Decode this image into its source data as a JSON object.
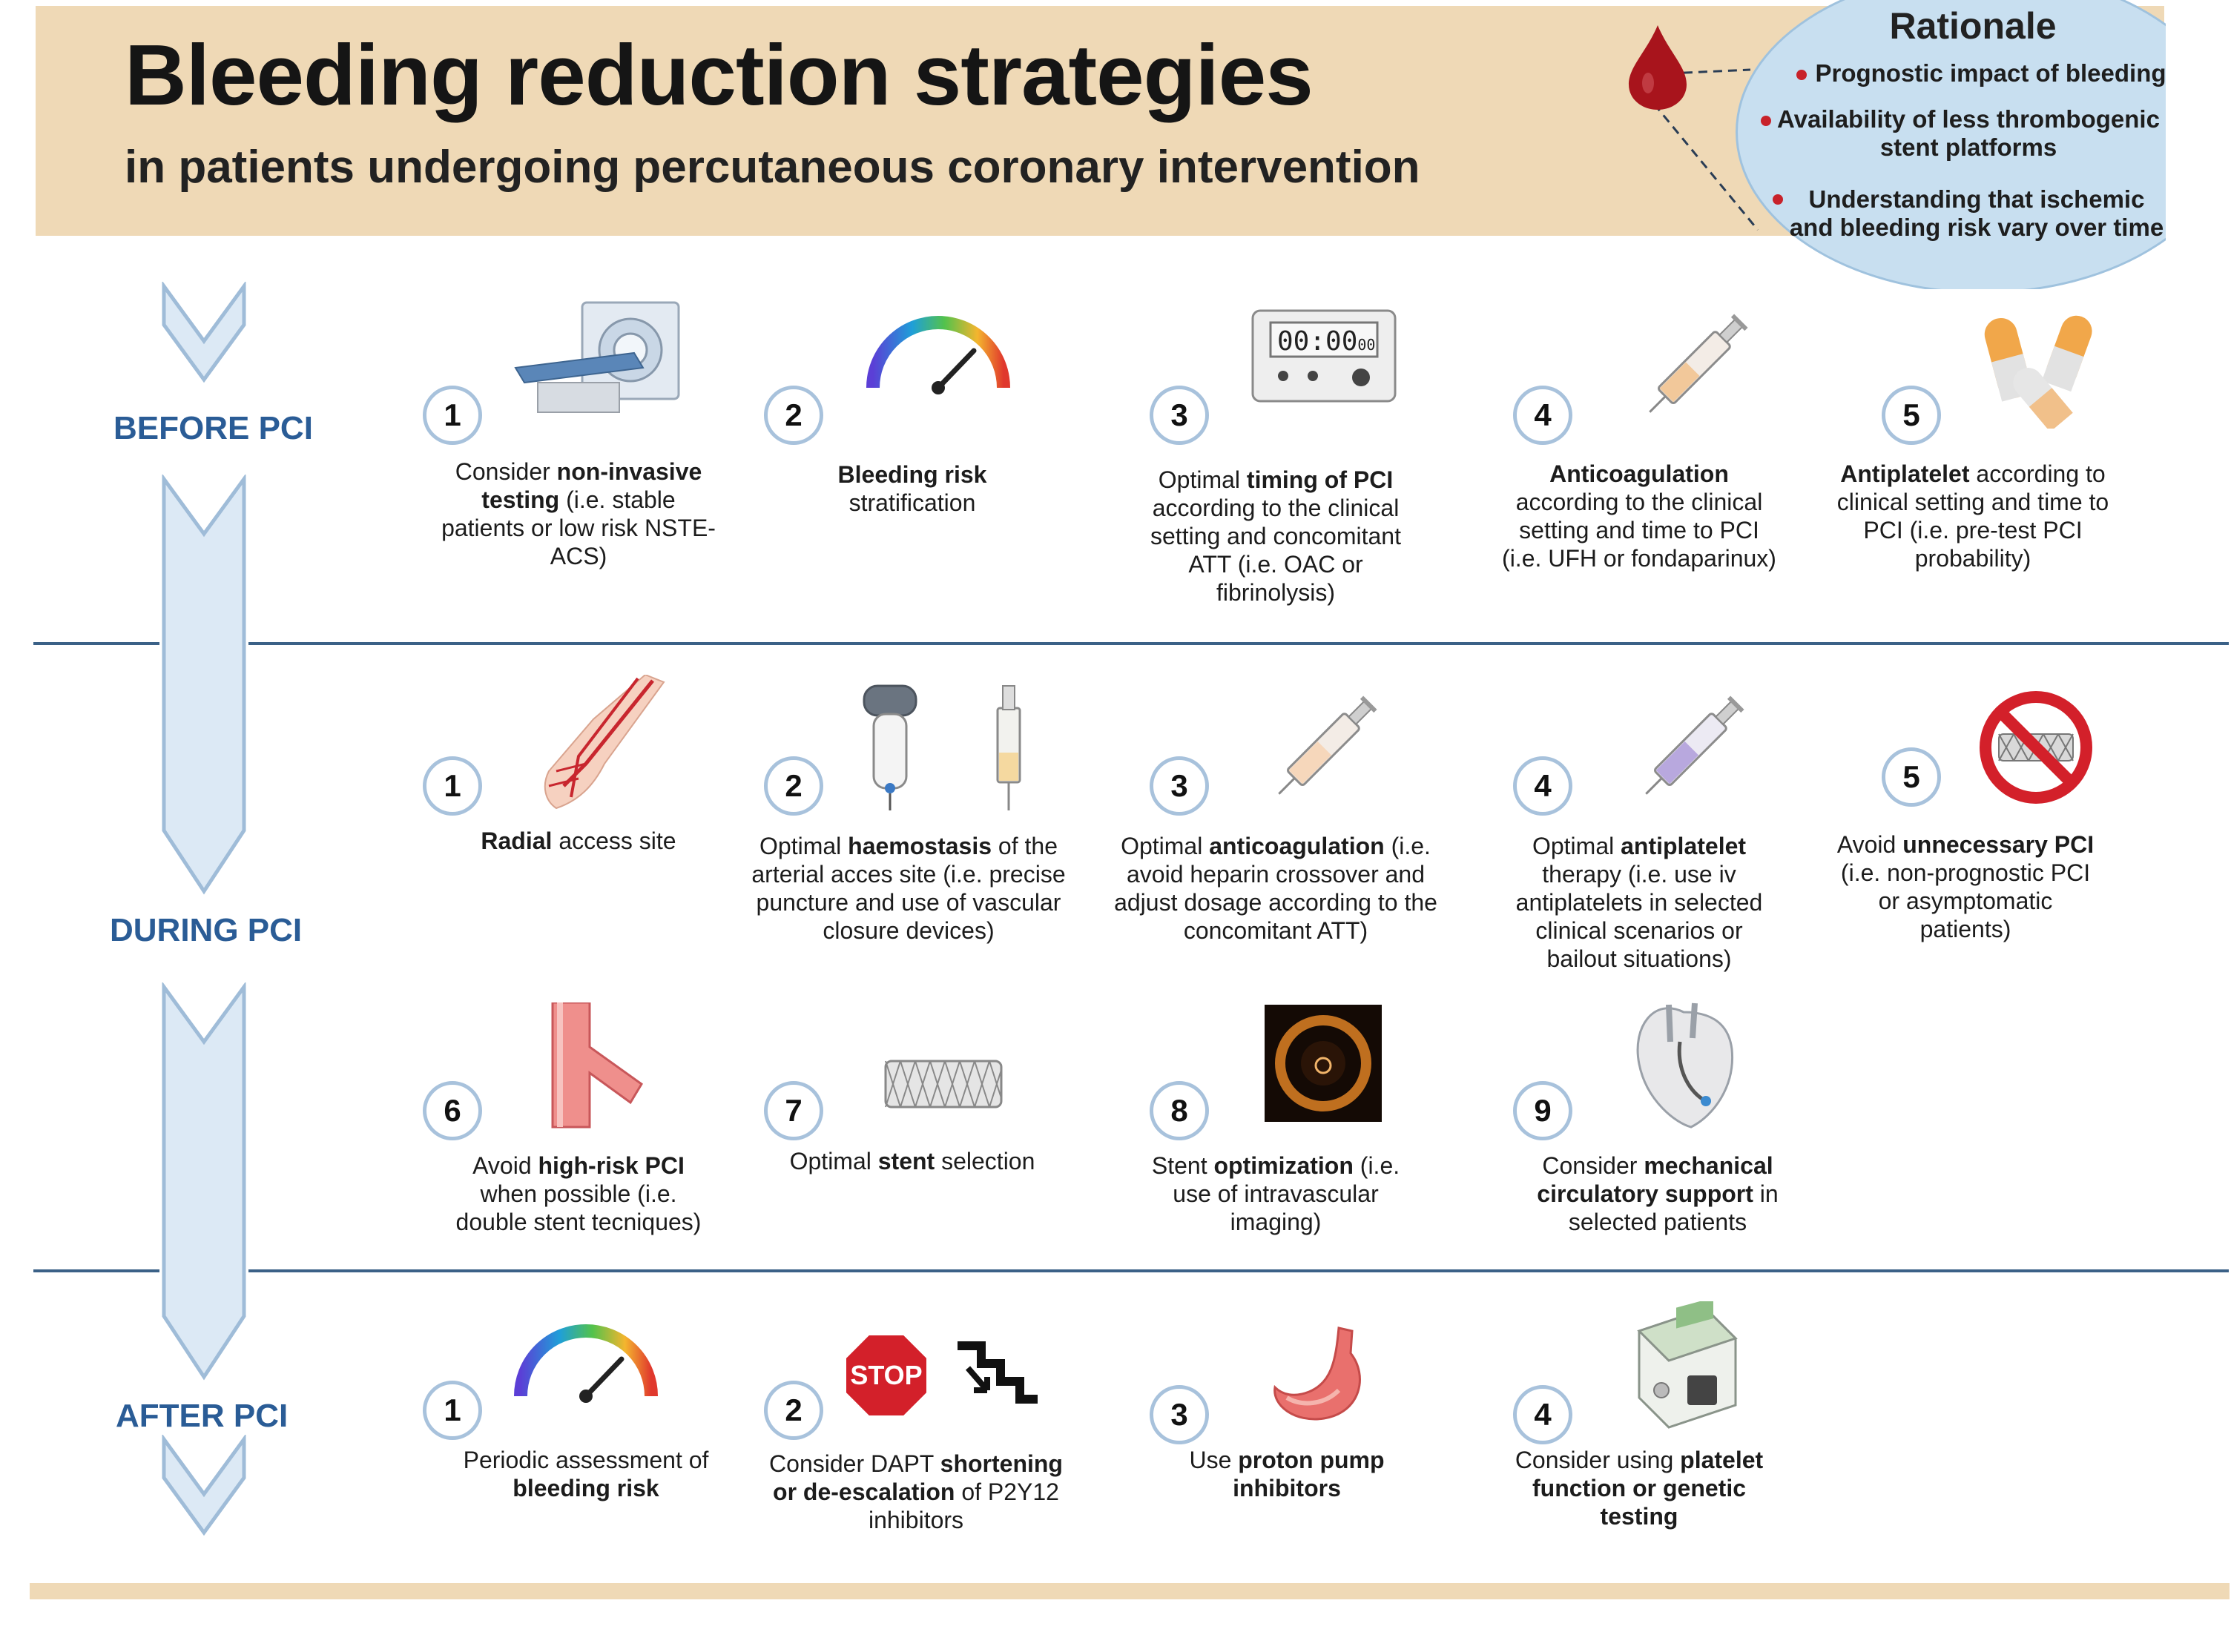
{
  "header": {
    "title": "Bleeding reduction strategies",
    "subtitle": "in patients undergoing percutaneous coronary intervention"
  },
  "rationale": {
    "title": "Rationale",
    "items": [
      "Prognostic impact of bleeding",
      "Availability of less thrombogenic stent platforms",
      "Understanding that ischemic and bleeding risk vary over time"
    ]
  },
  "phases": {
    "before": "BEFORE PCI",
    "during": "DURING PCI",
    "after": "AFTER PCI"
  },
  "before_steps": [
    {
      "num": "1",
      "pre": "Consider ",
      "bold": "non-invasive testing",
      "post": " (i.e. stable patients or low risk NSTE-ACS)"
    },
    {
      "num": "2",
      "pre": "",
      "bold": "Bleeding risk",
      "post": " stratification"
    },
    {
      "num": "3",
      "pre": "Optimal ",
      "bold": "timing of PCI",
      "post": " according to the clinical setting and concomitant ATT (i.e.  OAC or fibrinolysis)"
    },
    {
      "num": "4",
      "pre": "",
      "bold": "Anticoagulation",
      "post": " according to the clinical setting and time to PCI (i.e. UFH or fondaparinux)"
    },
    {
      "num": "5",
      "pre": "",
      "bold": "Antiplatelet",
      "post": " according to clinical setting and time to PCI (i.e. pre-test PCI probability)"
    }
  ],
  "during_steps": [
    {
      "num": "1",
      "pre": "",
      "bold": "Radial",
      "post": " access site"
    },
    {
      "num": "2",
      "pre": "Optimal ",
      "bold": "haemostasis",
      "post": " of the arterial acces site (i.e. precise puncture and use of vascular closure devices)"
    },
    {
      "num": "3",
      "pre": "Optimal ",
      "bold": "anticoagulation",
      "post": "  (i.e. avoid heparin crossover and adjust dosage according to the  concomitant ATT)"
    },
    {
      "num": "4",
      "pre": "Optimal ",
      "bold": "antiplatelet",
      "post": " therapy (i.e. use iv antiplatelets in selected clinical scenarios or bailout situations)"
    },
    {
      "num": "5",
      "pre": "Avoid ",
      "bold": "unnecessary PCI",
      "post": " (i.e. non-prognostic PCI or asymptomatic patients)"
    },
    {
      "num": "6",
      "pre": "Avoid ",
      "bold": "high-risk PCI",
      "post": " when possible (i.e. double stent tecniques)"
    },
    {
      "num": "7",
      "pre": "Optimal ",
      "bold": "stent",
      "post": " selection"
    },
    {
      "num": "8",
      "pre": "Stent ",
      "bold": "optimization",
      "post": " (i.e. use of intravascular imaging)"
    },
    {
      "num": "9",
      "pre": "Consider ",
      "bold": "mechanical circulatory support",
      "post": " in selected patients"
    }
  ],
  "after_steps": [
    {
      "num": "1",
      "pre": "Periodic assessment of ",
      "bold": "bleeding risk",
      "post": ""
    },
    {
      "num": "2",
      "pre": "Consider DAPT ",
      "bold": "shortening or de-escalation",
      "post": " of P2Y12 inhibitors"
    },
    {
      "num": "3",
      "pre": "Use ",
      "bold": "proton pump inhibitors",
      "post": ""
    },
    {
      "num": "4",
      "pre": "Consider using ",
      "bold": "platelet function or genetic testing",
      "post": ""
    }
  ],
  "icons": {
    "timer_display": "00:00",
    "timer_sub": "00",
    "stop_sign": "STOP"
  },
  "colors": {
    "header_bg": "#efd9b6",
    "phase_text": "#2a5c96",
    "divider": "#3b6187",
    "rationale_bg": "#c8dff0",
    "blood": "#a8141c"
  }
}
